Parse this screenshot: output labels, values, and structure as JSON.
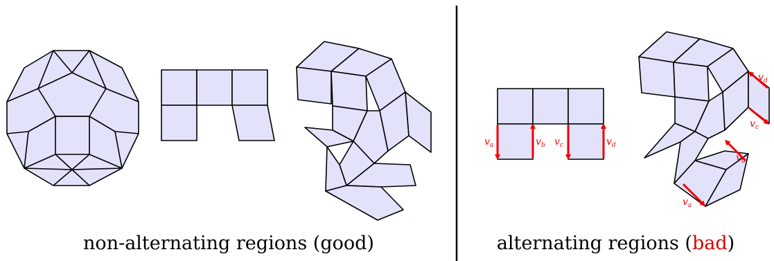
{
  "captions": {
    "left": "non-alternating regions (good)",
    "right_prefix": "alternating regions (",
    "right_highlight": "bad",
    "right_suffix": ")"
  },
  "vector_labels": [
    "v",
    "v",
    "v",
    "v"
  ],
  "vector_subscripts": [
    "a",
    "b",
    "c",
    "d"
  ],
  "colors": {
    "tile_fill": "#e2e2fb",
    "tile_stroke": "#000000",
    "vector": "#ee0000",
    "divider": "#000000"
  }
}
